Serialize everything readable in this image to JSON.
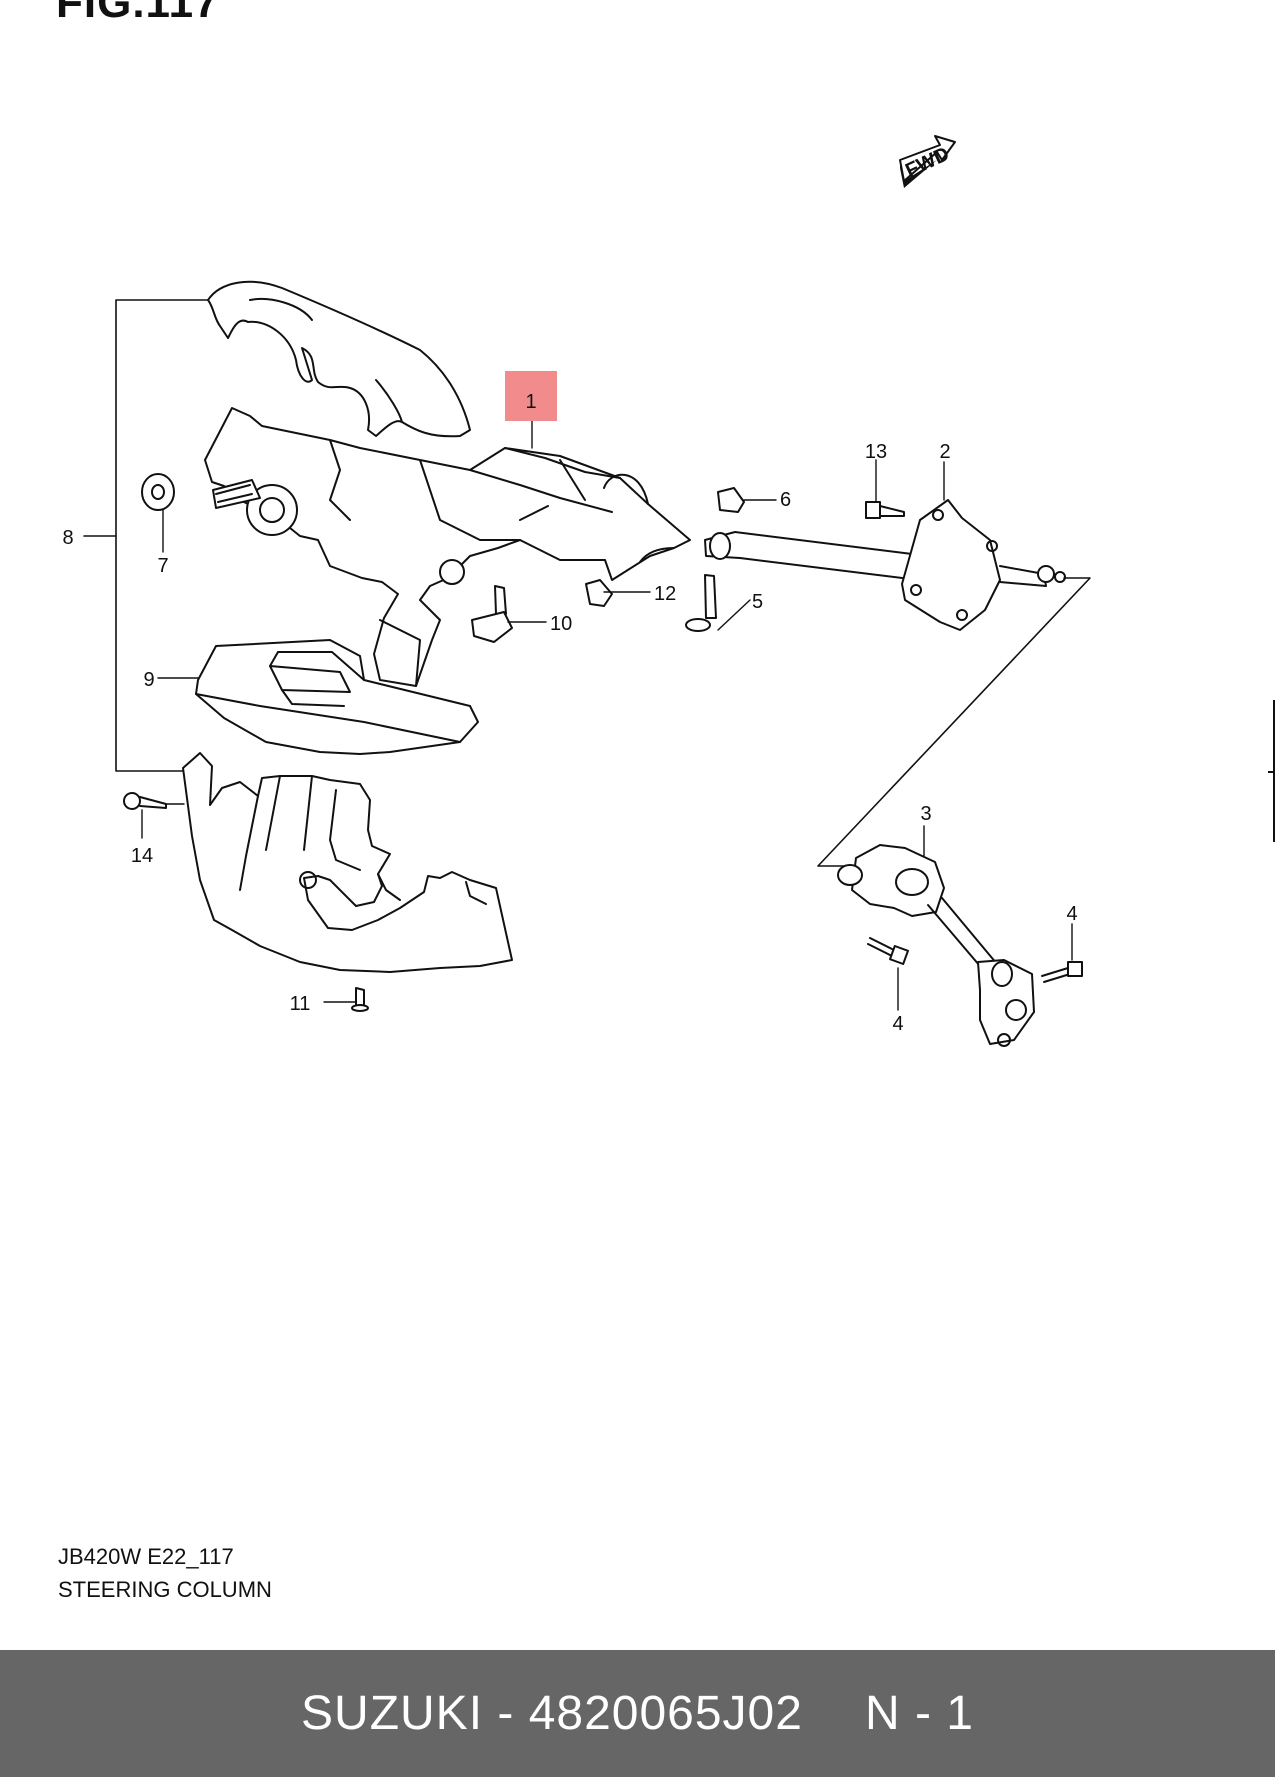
{
  "figure": {
    "title": "FIG.117",
    "fwd_label": "FWD",
    "diagram_code": "JB420W E22_117",
    "description": "STEERING COLUMN"
  },
  "callouts": [
    {
      "id": "c1",
      "label": "1",
      "highlighted": true
    },
    {
      "id": "c2",
      "label": "2"
    },
    {
      "id": "c3",
      "label": "3"
    },
    {
      "id": "c4a",
      "label": "4"
    },
    {
      "id": "c4b",
      "label": "4"
    },
    {
      "id": "c5",
      "label": "5"
    },
    {
      "id": "c6",
      "label": "6"
    },
    {
      "id": "c7",
      "label": "7"
    },
    {
      "id": "c8",
      "label": "8"
    },
    {
      "id": "c9",
      "label": "9"
    },
    {
      "id": "c10",
      "label": "10"
    },
    {
      "id": "c11",
      "label": "11"
    },
    {
      "id": "c12",
      "label": "12"
    },
    {
      "id": "c13",
      "label": "13"
    },
    {
      "id": "c14",
      "label": "14"
    }
  ],
  "footer": {
    "brand": "SUZUKI",
    "separator": " - ",
    "part_number": "4820065J02",
    "quantity": "N - 1"
  },
  "colors": {
    "highlight": "#f28b8b",
    "footer_bg": "#666666",
    "footer_text": "#ffffff",
    "line": "#111111"
  }
}
